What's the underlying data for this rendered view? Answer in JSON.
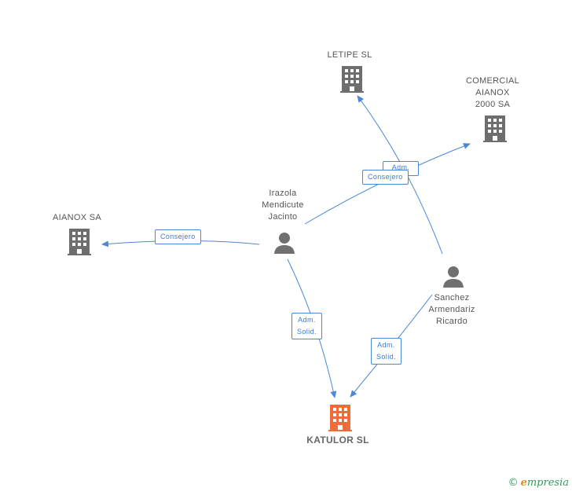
{
  "nodes": {
    "letipe": {
      "label": "LETIPE SL",
      "type": "company"
    },
    "comercial": {
      "label": "COMERCIAL\nAIANOX\n2000 SA",
      "type": "company"
    },
    "aianox": {
      "label": "AIANOX SA",
      "type": "company"
    },
    "irazola": {
      "label": "Irazola\nMendicute\nJacinto",
      "type": "person"
    },
    "sanchez": {
      "label": "Sanchez\nArmendariz\nRicardo",
      "type": "person"
    },
    "katulor": {
      "label": "KATULOR SL",
      "type": "company-focus"
    }
  },
  "edges": {
    "consejero_comercial": "Consejero",
    "adm_letipe": "Adm.",
    "consejero_aianox": "Consejero",
    "adm_solid_irazola": "Adm.\nSolid.",
    "adm_solid_sanchez": "Adm.\nSolid."
  },
  "colors": {
    "edge": "#4a88d8",
    "company": "#6e6e6e",
    "person": "#707070",
    "focus": "#f26b3a"
  },
  "footer": {
    "copyright": "©",
    "brand_e": "e",
    "brand_rest": "mpresia"
  }
}
